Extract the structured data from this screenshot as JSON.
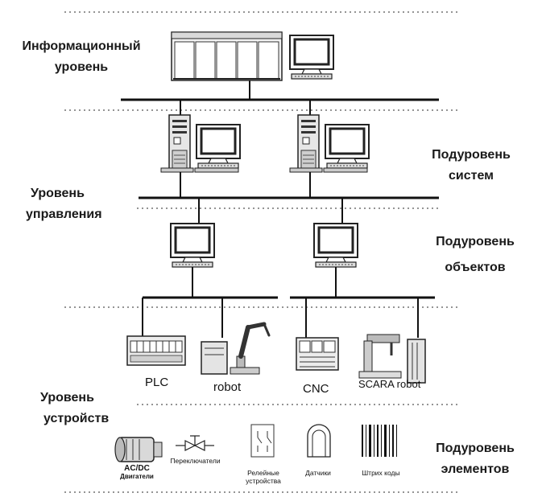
{
  "levels": {
    "info": [
      "Информационный",
      "уровень"
    ],
    "control": [
      "Уровень",
      "управления"
    ],
    "devices": [
      "Уровень",
      "устройств"
    ]
  },
  "sublevels": {
    "systems": [
      "Подуровень",
      "систем"
    ],
    "objects": [
      "Подуровень",
      "объектов"
    ],
    "elements": [
      "Подуровень",
      "элементов"
    ]
  },
  "devices": {
    "plc": "PLC",
    "robot": "robot",
    "cnc": "CNC",
    "scara": "SCARA robot"
  },
  "elements": {
    "motors": [
      "AC/DC",
      "Двигатели"
    ],
    "switches": "Переключатели",
    "relays": [
      "Релейные",
      "устройства"
    ],
    "sensors": "Датчики",
    "barcodes": "Штрих коды"
  }
}
